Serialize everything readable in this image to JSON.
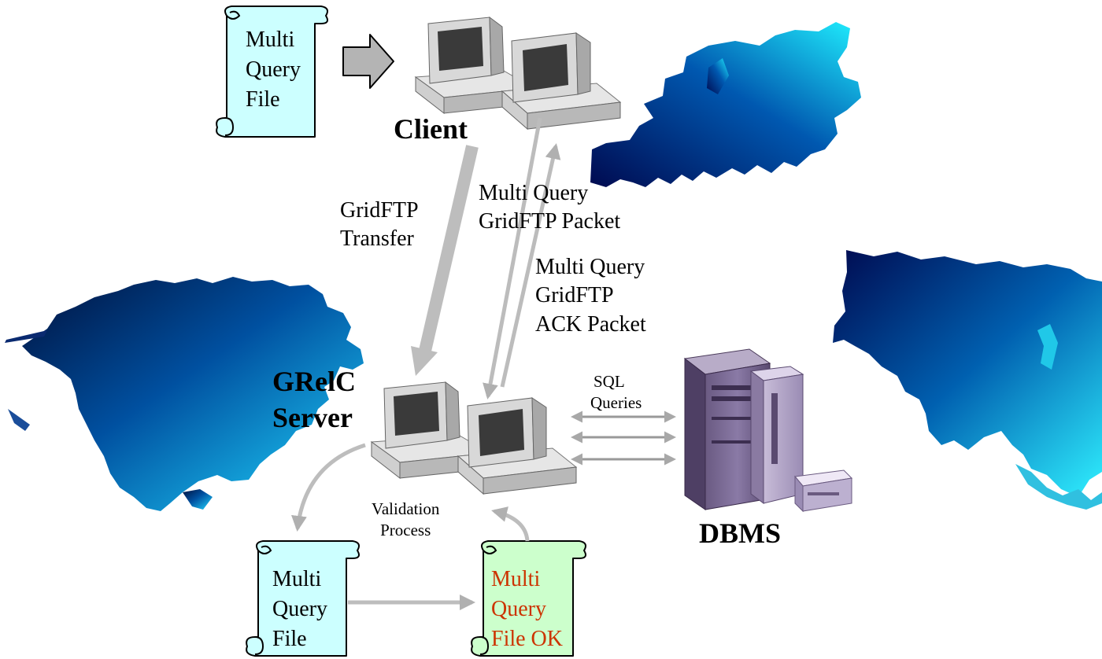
{
  "labels": {
    "client": "Client",
    "grelc_server_line1": "GRelC",
    "grelc_server_line2": "Server",
    "dbms": "DBMS",
    "gridftp_transfer_line1": "GridFTP",
    "gridftp_transfer_line2": "Transfer",
    "mq_packet_line1": "Multi Query",
    "mq_packet_line2": "GridFTP Packet",
    "mq_ack_line1": "Multi Query",
    "mq_ack_line2": "GridFTP",
    "mq_ack_line3": "ACK Packet",
    "sql_line1": "SQL",
    "sql_line2": "Queries",
    "validation_line1": "Validation",
    "validation_line2": "Process"
  },
  "scrolls": {
    "client_file": {
      "line1": "Multi",
      "line2": "Query",
      "line3": "File"
    },
    "server_file": {
      "line1": "Multi",
      "line2": "Query",
      "line3": "File"
    },
    "ok_file": {
      "line1": "Multi",
      "line2": "Query",
      "line3": "File OK"
    }
  },
  "icons": {
    "computer": "desktop-computer-pair-icon",
    "database": "dbms-server-icon",
    "maps": [
      "europe-map-icon",
      "north-america-map-icon",
      "asia-map-icon"
    ]
  },
  "colors": {
    "scroll_blue": "#ccffff",
    "scroll_green": "#ccffcc",
    "ok_text": "#cc3300",
    "arrow_gray": "#b8b8b8",
    "map_dark": "#001a66",
    "map_light": "#00ccff"
  }
}
